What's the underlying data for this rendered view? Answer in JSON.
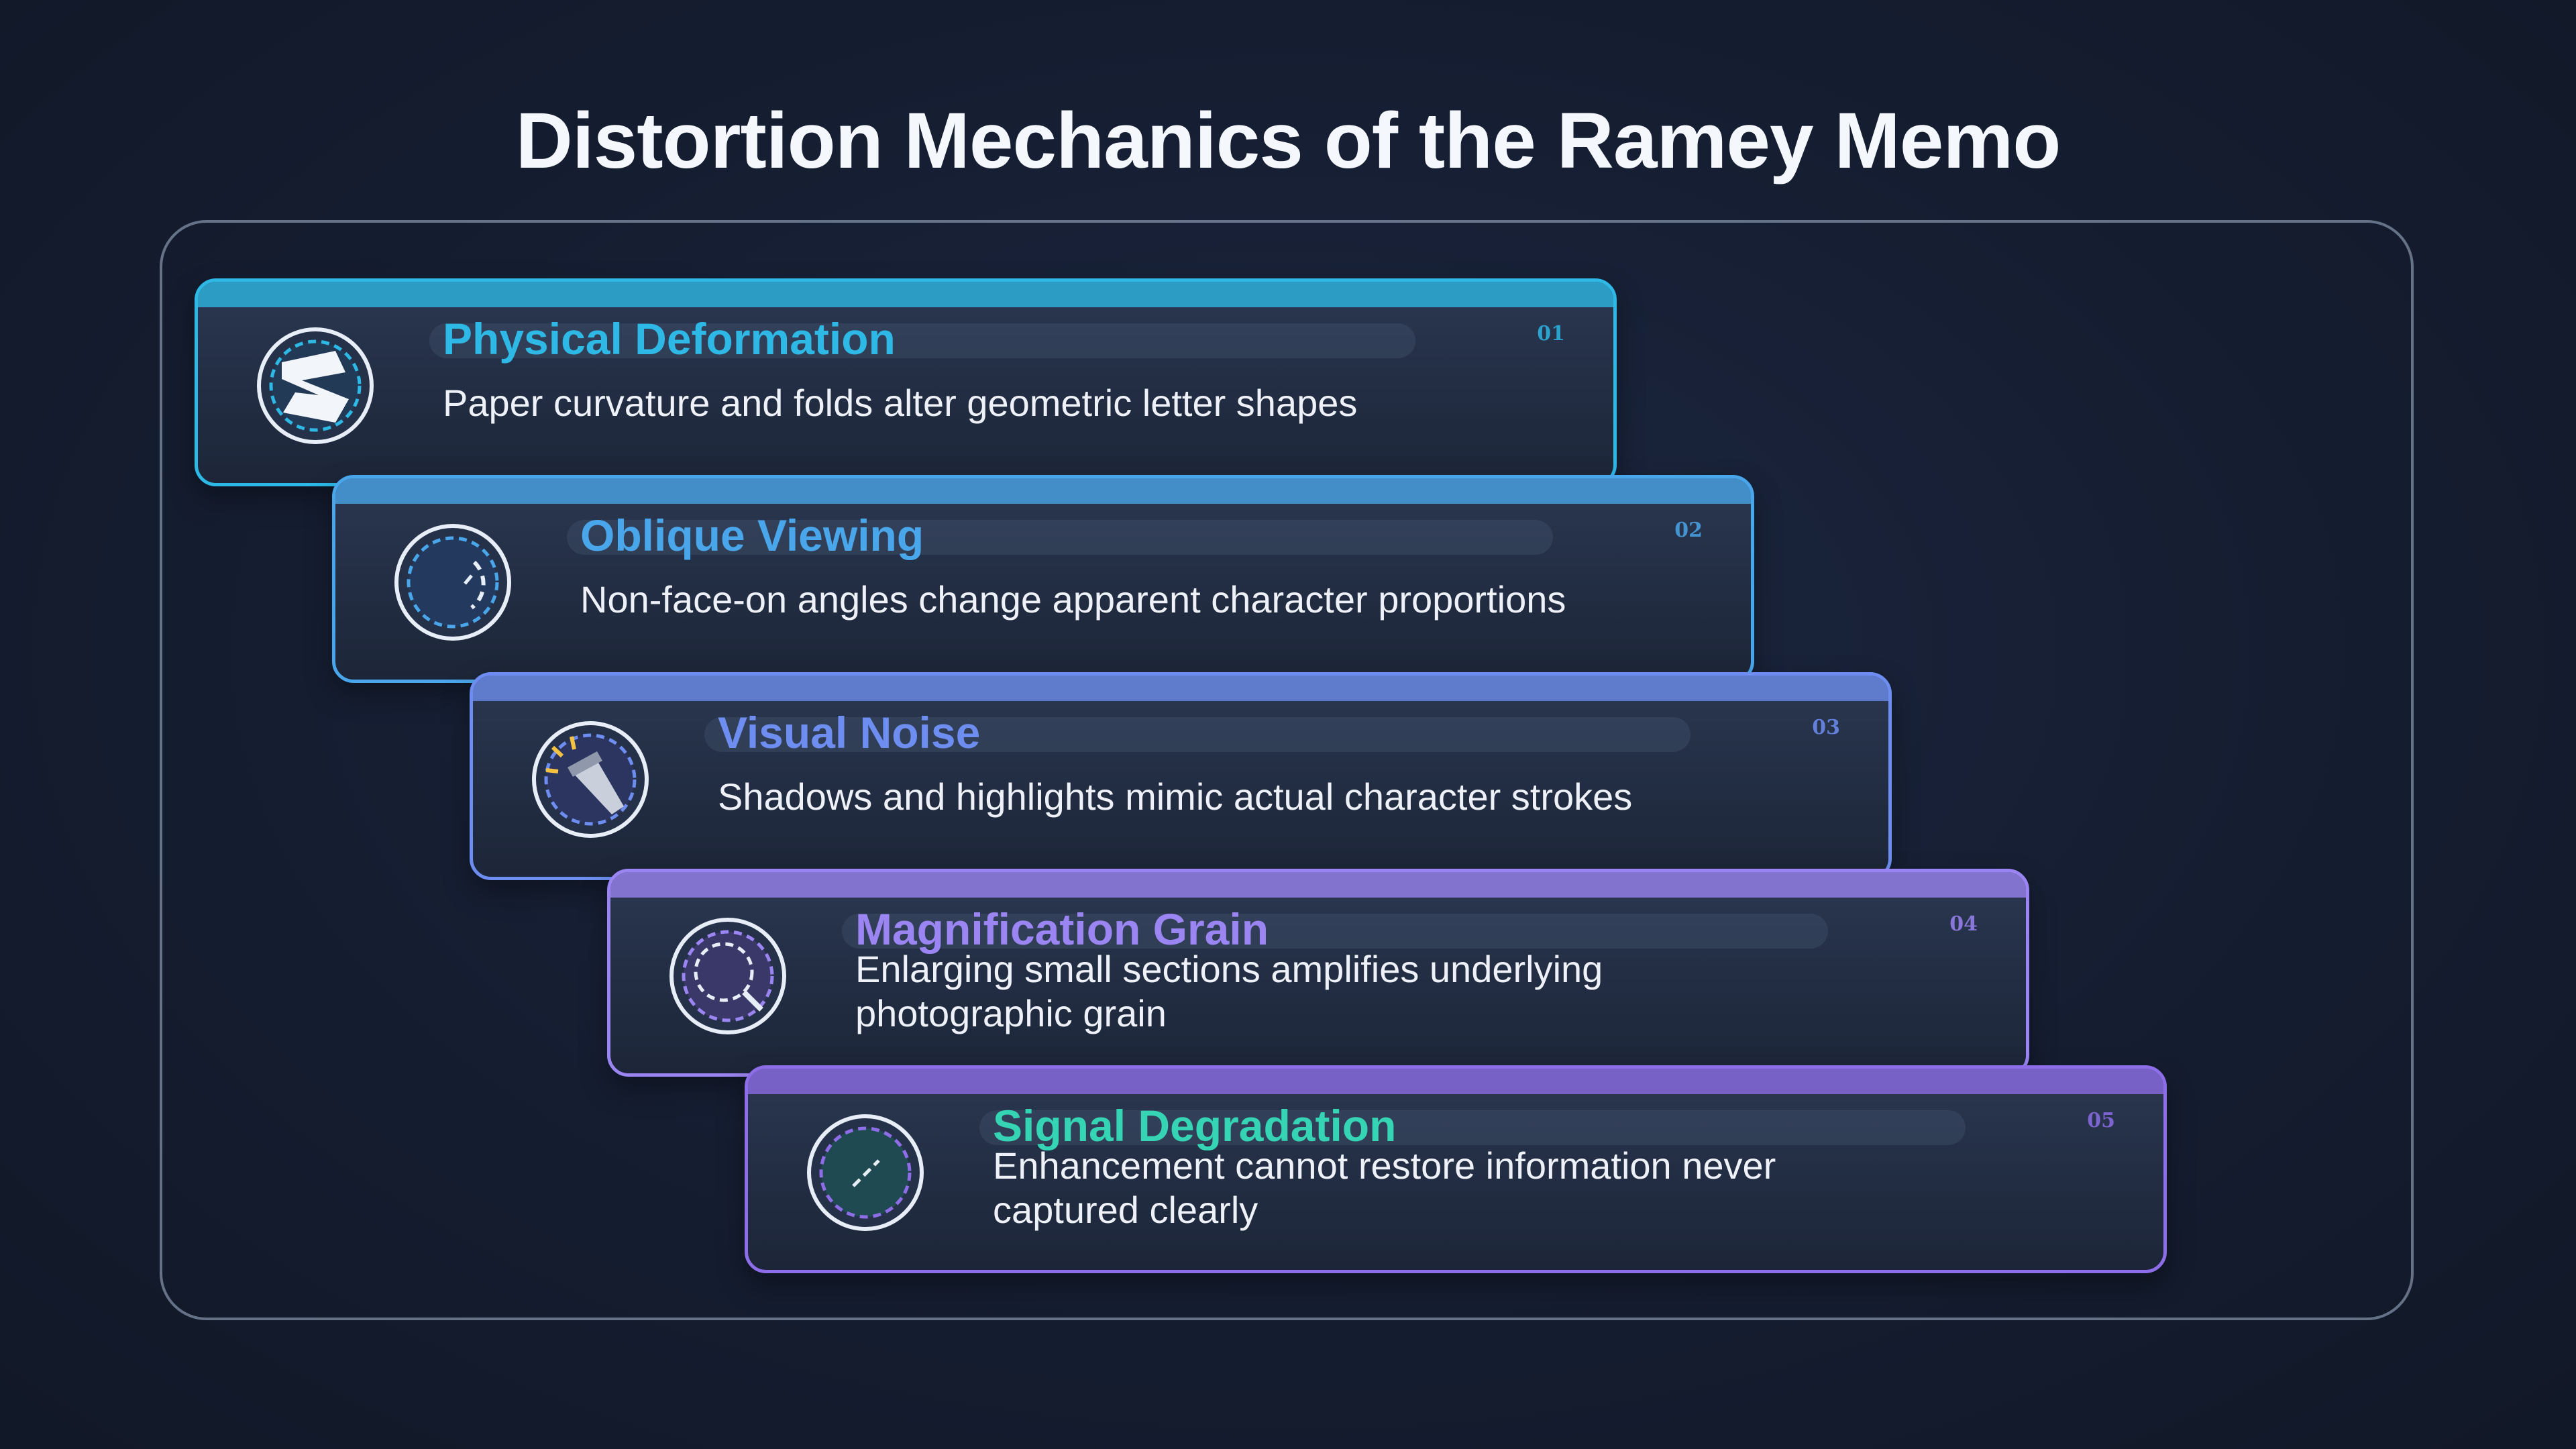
{
  "title": "Distortion Mechanics of the Ramey Memo",
  "items": [
    {
      "number": "01",
      "heading": "Physical Deformation",
      "description": "Paper curvature and folds alter geometric letter shapes",
      "accent": "#2db8e6",
      "icon": "paper-fold-icon"
    },
    {
      "number": "02",
      "heading": "Oblique Viewing",
      "description": "Non-face-on angles change apparent character proportions",
      "accent": "#4aa6ea",
      "icon": "angle-dial-icon"
    },
    {
      "number": "03",
      "heading": "Visual Noise",
      "description": "Shadows and highlights mimic actual character strokes",
      "accent": "#6d8ef0",
      "icon": "flashlight-icon"
    },
    {
      "number": "04",
      "heading": "Magnification Grain",
      "description": "Enlarging small sections amplifies underlying photographic grain",
      "accent": "#9b85f2",
      "icon": "magnifier-icon"
    },
    {
      "number": "05",
      "heading": "Signal Degradation",
      "description": "Enhancement cannot restore information never captured clearly",
      "accent": "#8e6de8",
      "heading_color": "#35d4b4",
      "icon": "signal-gauge-icon"
    }
  ]
}
